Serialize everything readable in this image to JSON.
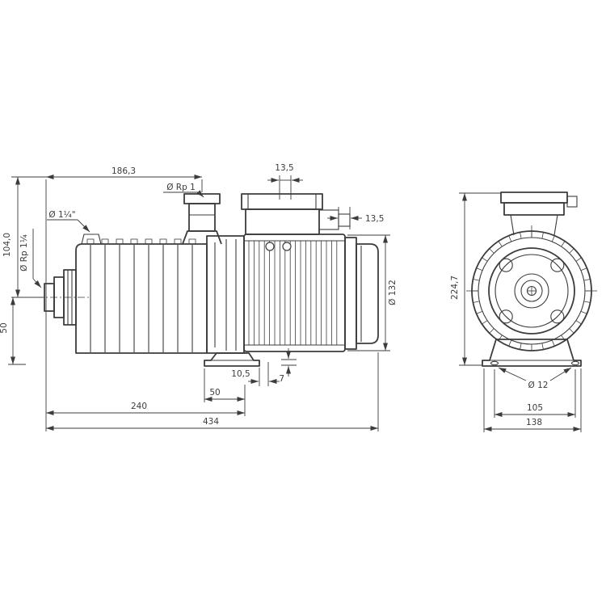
{
  "colors": {
    "line": "#3c3c3c",
    "background": "#ffffff"
  },
  "dimensions": {
    "face_to_port": "186,3",
    "port_offset": "13,5",
    "connector_width": "13,5",
    "suction_height": "104,0",
    "discharge_port": "Ø Rp 1",
    "suction_size_inch": "Ø 1¼\"",
    "suction_port": "Ø Rp 1¼",
    "axis_to_base": "50",
    "motor_diameter": "Ø 132",
    "plate_thickness": "7",
    "foot_offset": "10,5",
    "foot_hole_pitch_side": "50",
    "inlet_to_foot": "240",
    "total_length": "434",
    "total_height": "224,7",
    "hole_diameter": "Ø 12",
    "foot_hole_pitch": "105",
    "foot_width": "138"
  }
}
